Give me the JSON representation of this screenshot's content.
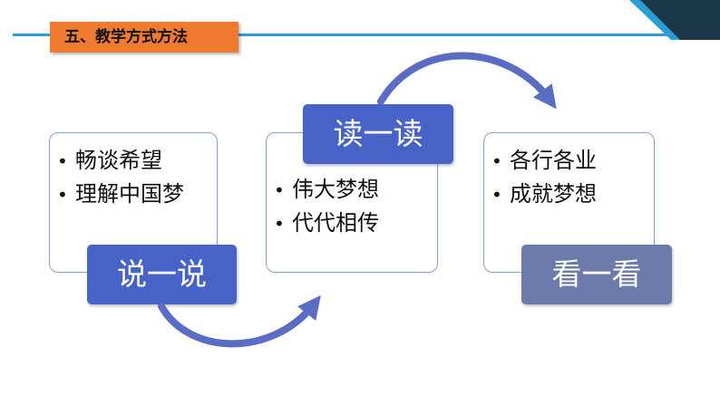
{
  "header": {
    "title": "五、教学方式方法"
  },
  "colors": {
    "header_line": "#2b9ed6",
    "header_box": "#f07a2f",
    "card_border": "#8c9fd6",
    "tag_blue": "#4863c8",
    "tag_gray": "#6d7bab",
    "arrow": "#5a6cc4",
    "corner_dark": "#1a3848",
    "corner_light": "#2b9ed6"
  },
  "steps": [
    {
      "tag": "说一说",
      "bullets": [
        "畅谈希望",
        "理解中国梦"
      ]
    },
    {
      "tag": "读一读",
      "bullets": [
        "伟大梦想",
        "代代相传"
      ]
    },
    {
      "tag": "看一看",
      "bullets": [
        "各行各业",
        "成就梦想"
      ]
    }
  ],
  "bullet_symbol": "•"
}
